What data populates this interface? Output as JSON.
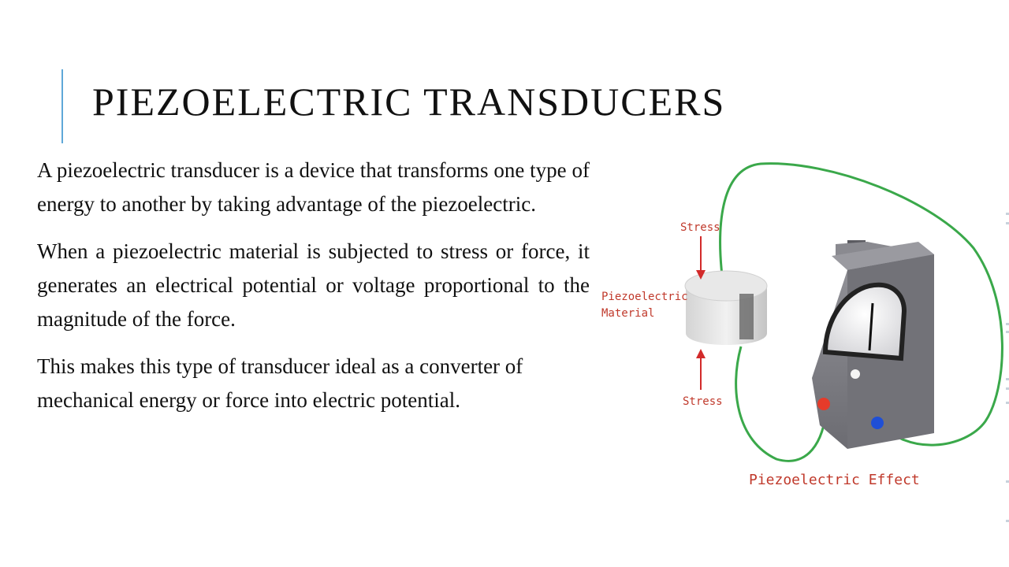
{
  "slide": {
    "title": "PIEZOELECTRIC TRANSDUCERS",
    "paragraphs": [
      "A piezoelectric transducer is a device that transforms one type of energy to another by taking advantage of the piezoelectric.",
      "When a piezoelectric material is subjected to stress or force, it generates an electrical potential or voltage proportional to the magnitude of the force.",
      "This makes this type of transducer ideal as a converter of mechanical energy or force into electric potential."
    ]
  },
  "figure": {
    "label_stress_top": "Stress",
    "label_stress_bottom": "Stress",
    "label_material_line1": "Piezoelectric",
    "label_material_line2": "Material",
    "caption": "Piezoelectric Effect",
    "colors": {
      "wire": "#3aa84a",
      "arrow": "#d22a2a",
      "caption": "#c0392b",
      "meter_body": "#7a7a80",
      "terminal_positive": "#e53b2a",
      "terminal_negative": "#1f4fd6",
      "accent_bar": "#5fa8d8"
    }
  }
}
